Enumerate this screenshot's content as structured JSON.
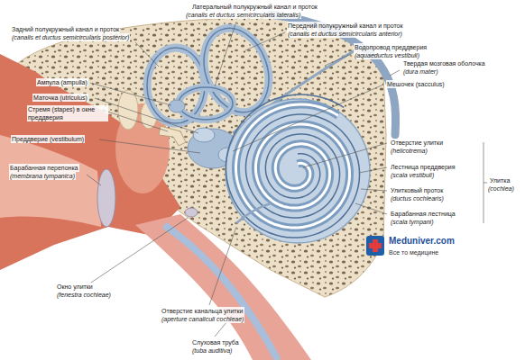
{
  "diagram": {
    "labels": [
      "Латеральный полукружный канал и проток",
      "(canalis et ductus semicircularis lateralis)",
      "Задний полукружный канал и проток",
      "(canalis et ductus semicircularis posterior)",
      "Передний полукружный канал и проток",
      "(canalis et ductus semicircularis anterior)",
      "Водопровод преддверия",
      "(aquaeductus vestibuli)",
      "Твердая мозговая оболочка",
      "(dura mater)",
      "Мешочек (sacculus)",
      "Ампула (ampulla)",
      "Маточка (utriculus)",
      "Стремя (stapes) в окне преддверия",
      "Преддверие (vestibulum)",
      "Отверстие улитки",
      "(helicotrema)",
      "Барабанная перепонка",
      "(membrana tympanica)",
      "Лестница преддверия",
      "(scala vestibuli)",
      "Улитка",
      "(cochlea)",
      "Улитковый проток",
      "(ductus cochlearis)",
      "Барабанная лестница",
      "(scala tympani)",
      "Meduniver.com",
      "Все то медицине",
      "Окно улитки",
      "(fenestra cochleae)",
      "Отверстие канальца улитки",
      "(aperture canaliculi cochleae)",
      "Слуховая труба",
      "(tuba auditiva)"
    ]
  }
}
